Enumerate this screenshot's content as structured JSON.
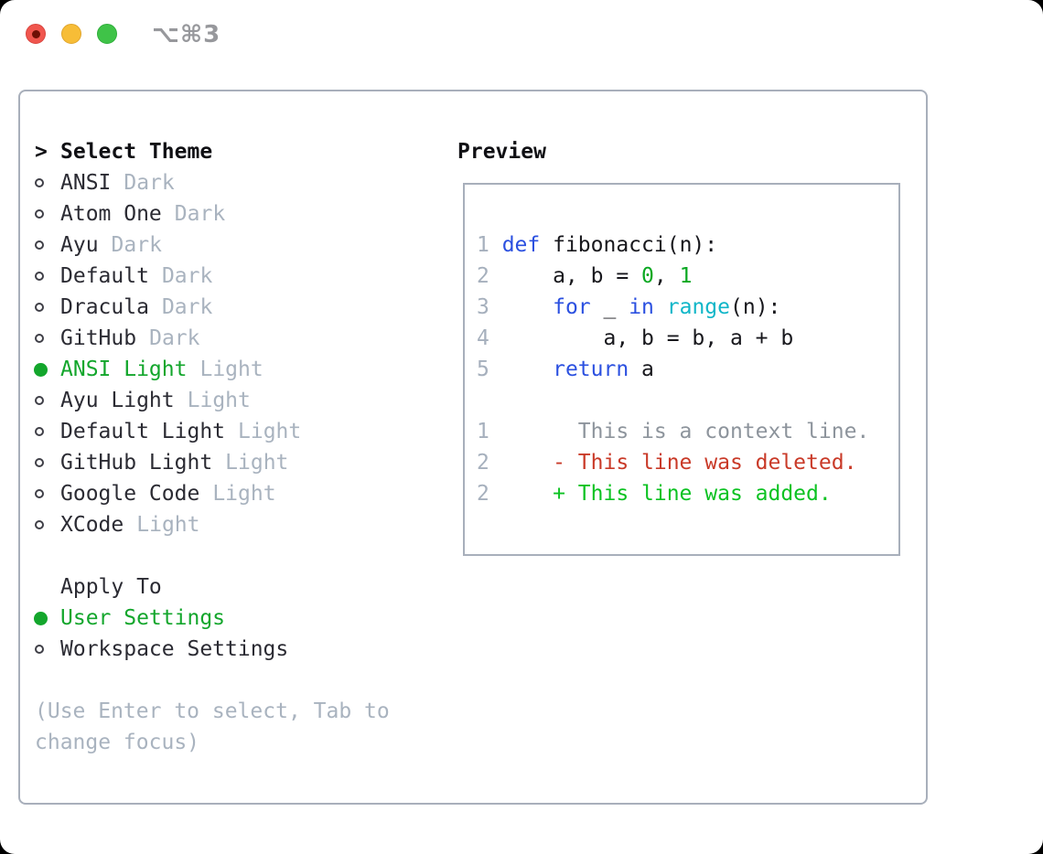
{
  "titlebar": {
    "title": "⌥⌘3"
  },
  "left": {
    "prompt": ">",
    "header": "Select Theme",
    "themes": [
      {
        "name": "ANSI",
        "badge": "Dark",
        "selected": false
      },
      {
        "name": "Atom One",
        "badge": "Dark",
        "selected": false
      },
      {
        "name": "Ayu",
        "badge": "Dark",
        "selected": false
      },
      {
        "name": "Default",
        "badge": "Dark",
        "selected": false
      },
      {
        "name": "Dracula",
        "badge": "Dark",
        "selected": false
      },
      {
        "name": "GitHub",
        "badge": "Dark",
        "selected": false
      },
      {
        "name": "ANSI Light",
        "badge": "Light",
        "selected": true
      },
      {
        "name": "Ayu Light",
        "badge": "Light",
        "selected": false
      },
      {
        "name": "Default Light",
        "badge": "Light",
        "selected": false
      },
      {
        "name": "GitHub Light",
        "badge": "Light",
        "selected": false
      },
      {
        "name": "Google Code",
        "badge": "Light",
        "selected": false
      },
      {
        "name": "XCode",
        "badge": "Light",
        "selected": false
      }
    ],
    "apply_header": "Apply To",
    "apply_options": [
      {
        "name": "User Settings",
        "selected": true
      },
      {
        "name": "Workspace Settings",
        "selected": false
      }
    ],
    "hint": "(Use Enter to select, Tab to change focus)"
  },
  "preview": {
    "title": "Preview",
    "lines": [
      {
        "kind": "code",
        "num": "1",
        "segments": [
          {
            "t": " ",
            "c": "plain"
          },
          {
            "t": "def",
            "c": "kw"
          },
          {
            "t": " fibonacci(n):",
            "c": "plain"
          }
        ]
      },
      {
        "kind": "code",
        "num": "2",
        "segments": [
          {
            "t": "     a, b = ",
            "c": "plain"
          },
          {
            "t": "0",
            "c": "num"
          },
          {
            "t": ", ",
            "c": "plain"
          },
          {
            "t": "1",
            "c": "num"
          }
        ]
      },
      {
        "kind": "code",
        "num": "3",
        "segments": [
          {
            "t": "     ",
            "c": "plain"
          },
          {
            "t": "for",
            "c": "kw"
          },
          {
            "t": " _ ",
            "c": "plain"
          },
          {
            "t": "in",
            "c": "kw"
          },
          {
            "t": " ",
            "c": "plain"
          },
          {
            "t": "range",
            "c": "builtin"
          },
          {
            "t": "(n):",
            "c": "plain"
          }
        ]
      },
      {
        "kind": "code",
        "num": "4",
        "segments": [
          {
            "t": "         a, b = b, a + b",
            "c": "plain"
          }
        ]
      },
      {
        "kind": "code",
        "num": "5",
        "segments": [
          {
            "t": "     ",
            "c": "plain"
          },
          {
            "t": "return",
            "c": "kw"
          },
          {
            "t": " a",
            "c": "plain"
          }
        ]
      },
      {
        "kind": "blank",
        "num": "",
        "segments": []
      },
      {
        "kind": "context",
        "num": "1",
        "segments": [
          {
            "t": "       This is a context line.",
            "c": "ctx"
          }
        ]
      },
      {
        "kind": "deleted",
        "num": "2",
        "segments": [
          {
            "t": "     - This line was deleted.",
            "c": "del"
          }
        ]
      },
      {
        "kind": "added",
        "num": "2",
        "segments": [
          {
            "t": "     + This line was added.",
            "c": "add"
          }
        ]
      }
    ]
  },
  "colors": {
    "accent_green": "#13a62c",
    "added_green": "#0cc222",
    "deleted_red": "#c93a28",
    "keyword_blue": "#2b50e0",
    "builtin_cyan": "#10b6c8",
    "number_green": "#0aa822",
    "muted_gray": "#a9b3bf",
    "context_gray": "#8d949c",
    "lineno_gray": "#a6b0bd",
    "text_dark": "#2b2b33",
    "border_gray": "#a8afbb",
    "traffic_red": "#f0564e",
    "traffic_yellow": "#f7bd37",
    "traffic_green": "#3fc348"
  }
}
